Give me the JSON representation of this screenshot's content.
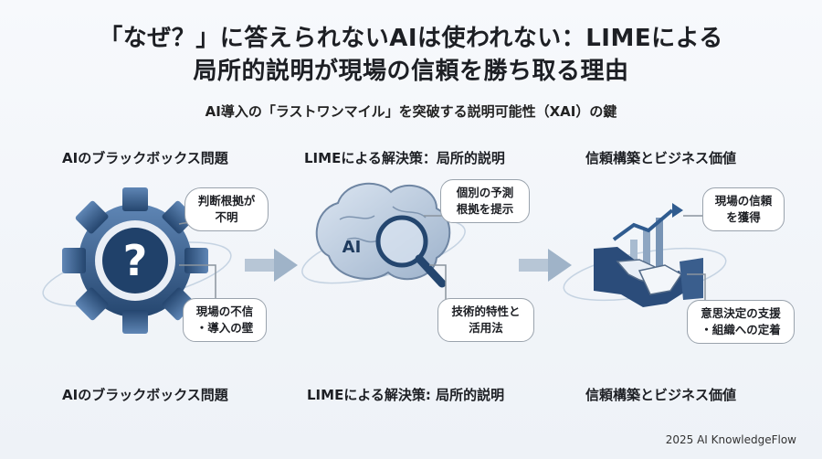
{
  "title": {
    "line1": "「なぜ？」に答えられないAIは使われない：LIMEによる",
    "line2": "局所的説明が現場の信頼を勝ち取る理由"
  },
  "subtitle": "AI導入の「ラストワンマイル」を突破する説明可能性（XAI）の鍵",
  "columns": [
    {
      "heading": "AIのブラックボックス問題",
      "footer": "AIのブラックボックス問題",
      "icon": "gear-question-icon",
      "callouts": [
        {
          "line1": "判断根拠が",
          "line2": "不明"
        },
        {
          "line1": "現場の不信",
          "line2": "・導入の壁"
        }
      ]
    },
    {
      "heading": "LIMEによる解決策：局所的説明",
      "footer": "LIMEによる解決策: 局所的説明",
      "icon": "brain-magnifier-icon",
      "icon_text": "AI",
      "callouts": [
        {
          "line1": "個別の予測",
          "line2": "根拠を提示"
        },
        {
          "line1": "技術的特性と",
          "line2": "活用法"
        }
      ]
    },
    {
      "heading": "信頼構築とビジネス価値",
      "footer": "信頼構築とビジネス価値",
      "icon": "handshake-chart-icon",
      "callouts": [
        {
          "line1": "現場の信頼",
          "line2": "を獲得"
        },
        {
          "line1": "意思決定の支援",
          "line2": "・組織への定着"
        }
      ]
    }
  ],
  "arrow_icon": "arrow-right-icon",
  "gear_text": "?",
  "footer": "2025 AI KnowledgeFlow",
  "colors": {
    "accent": "#2f5b8f",
    "arrow": "#9fb3c8",
    "text": "#1d1f24"
  }
}
